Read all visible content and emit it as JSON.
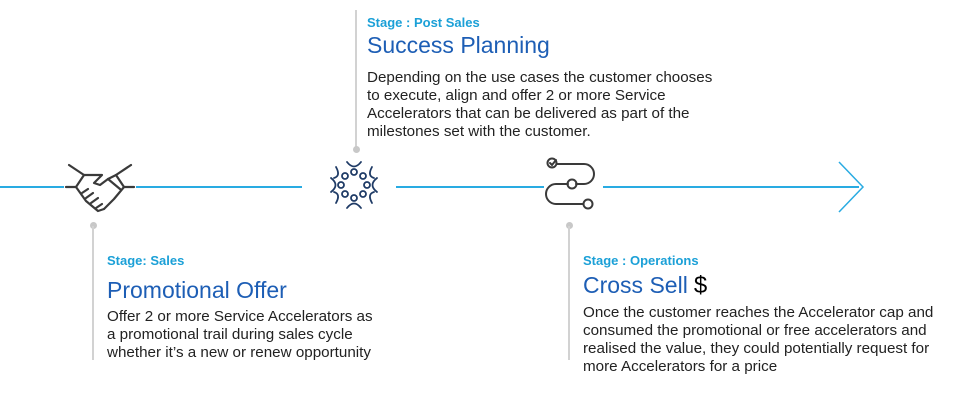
{
  "colors": {
    "timeline": "#29ABE2",
    "stage_label": "#1BA0D7",
    "title": "#1D5EB5",
    "body_text": "#222222",
    "connector": "#D2D2D2",
    "icon_dark": "#3A3A3A",
    "icon_navy": "#1F3B66"
  },
  "stages": [
    {
      "stage_label": "Stage: Sales",
      "title": "Promotional Offer",
      "description": "Offer 2 or more Service Accelerators as a promotional trail during sales cycle whether it’s a new or renew opportunity",
      "icon": "handshake-icon"
    },
    {
      "stage_label": "Stage : Post Sales",
      "title": "Success Planning",
      "description": "Depending on the use cases the customer chooses to execute, align and offer 2 or more Service Accelerators that can be delivered as part of the milestones set with the customer.",
      "icon": "community-network-icon"
    },
    {
      "stage_label": "Stage : Operations",
      "title": "Cross Sell",
      "title_symbol": "$",
      "description": "Once the customer reaches the Accelerator cap and consumed the promotional or free accelerators and realised the value, they could potentially request for more Accelerators for a price",
      "icon": "roadmap-icon"
    }
  ],
  "timeline": {
    "direction": "left-to-right",
    "end_marker": "arrow-right-icon"
  }
}
